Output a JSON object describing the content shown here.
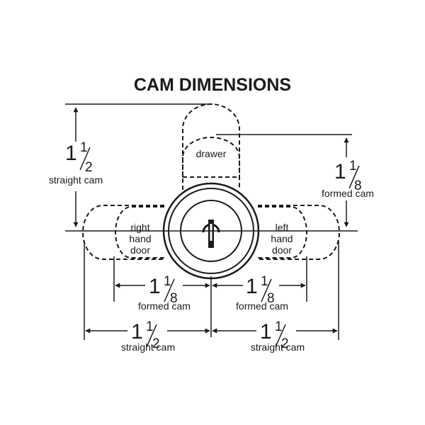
{
  "title": "CAM DIMENSIONS",
  "cam_labels": {
    "drawer": "drawer",
    "right_line1": "right",
    "right_line2": "hand",
    "right_line3": "door",
    "left_line1": "left",
    "left_line2": "hand",
    "left_line3": "door"
  },
  "dimensions": {
    "top_left": {
      "whole": "1",
      "num": "1",
      "den": "2",
      "label": "straight cam"
    },
    "top_right": {
      "whole": "1",
      "num": "1",
      "den": "8",
      "label": "formed cam"
    },
    "mid_left": {
      "whole": "1",
      "num": "1",
      "den": "8",
      "label": "formed cam"
    },
    "mid_right": {
      "whole": "1",
      "num": "1",
      "den": "8",
      "label": "formed cam"
    },
    "bot_left": {
      "whole": "1",
      "num": "1",
      "den": "2",
      "label": "straight cam"
    },
    "bot_right": {
      "whole": "1",
      "num": "1",
      "den": "2",
      "label": "straight cam"
    }
  }
}
